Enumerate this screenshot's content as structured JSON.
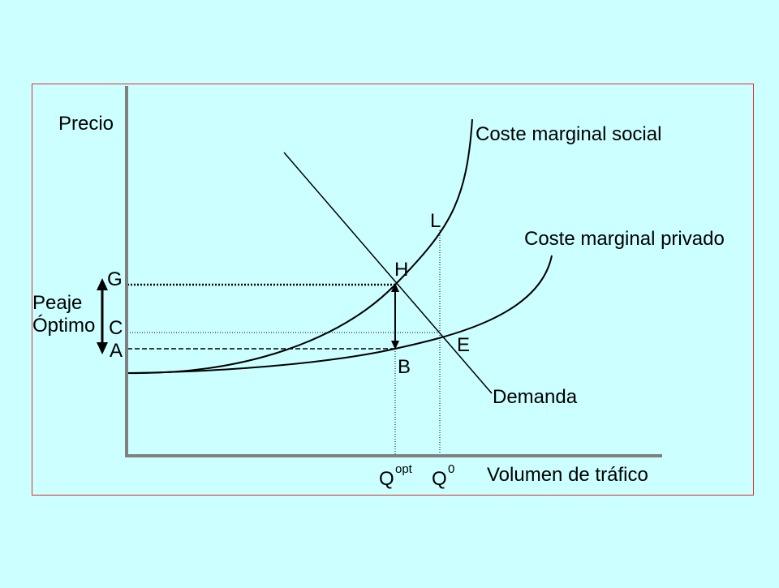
{
  "diagram": {
    "axis_labels": {
      "y": "Precio",
      "x": "Volumen de tráfico"
    },
    "curve_labels": {
      "social_cost": "Coste marginal social",
      "private_cost": "Coste marginal privado",
      "demand": "Demanda"
    },
    "point_labels": {
      "L": "L",
      "H": "H",
      "E": "E",
      "B": "B",
      "G": "G",
      "C": "C",
      "A": "A"
    },
    "quantity_labels": {
      "q_opt_base": "Q",
      "q_opt_sup": "opt",
      "q0_base": "Q",
      "q0_sup": "0"
    },
    "toll_label": {
      "line1": "Peaje",
      "line2": "Óptimo"
    },
    "colors": {
      "background": "#ccffff",
      "frame": "#e03030",
      "axis": "#808080",
      "curves": "#000000"
    }
  }
}
